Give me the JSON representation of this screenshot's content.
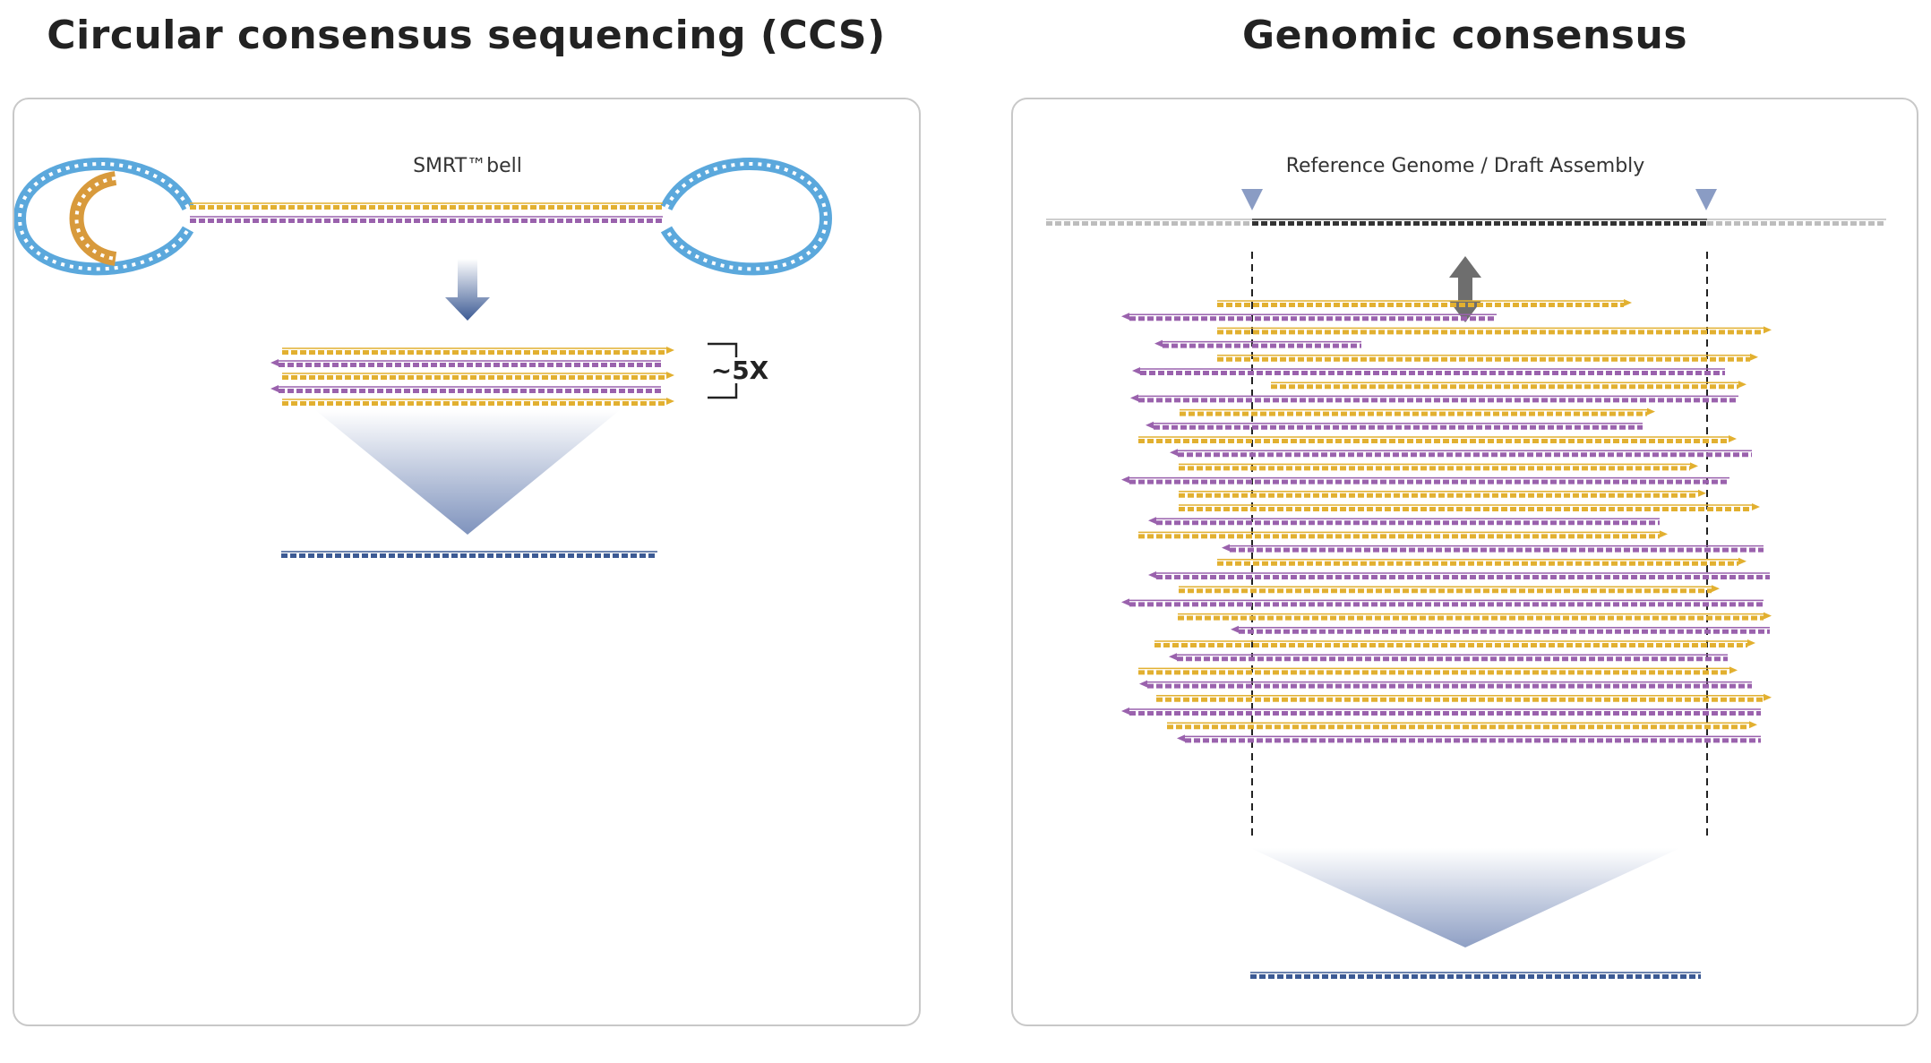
{
  "ccs": {
    "title": "Circular consensus sequencing (CCS)",
    "smrtbell_label": "SMRT™bell",
    "coverage_label": "~5X"
  },
  "genomic": {
    "title": "Genomic consensus",
    "reference_label": "Reference Genome / Draft Assembly"
  },
  "colors": {
    "forward_read": "#e2b030",
    "reverse_read": "#9a62ad",
    "consensus": "#3c5a94",
    "smrtbell_loop": "#5ba8dc",
    "adapter": "#d89a3c",
    "reference": "#bdbdbd",
    "reference_region": "#333333"
  }
}
